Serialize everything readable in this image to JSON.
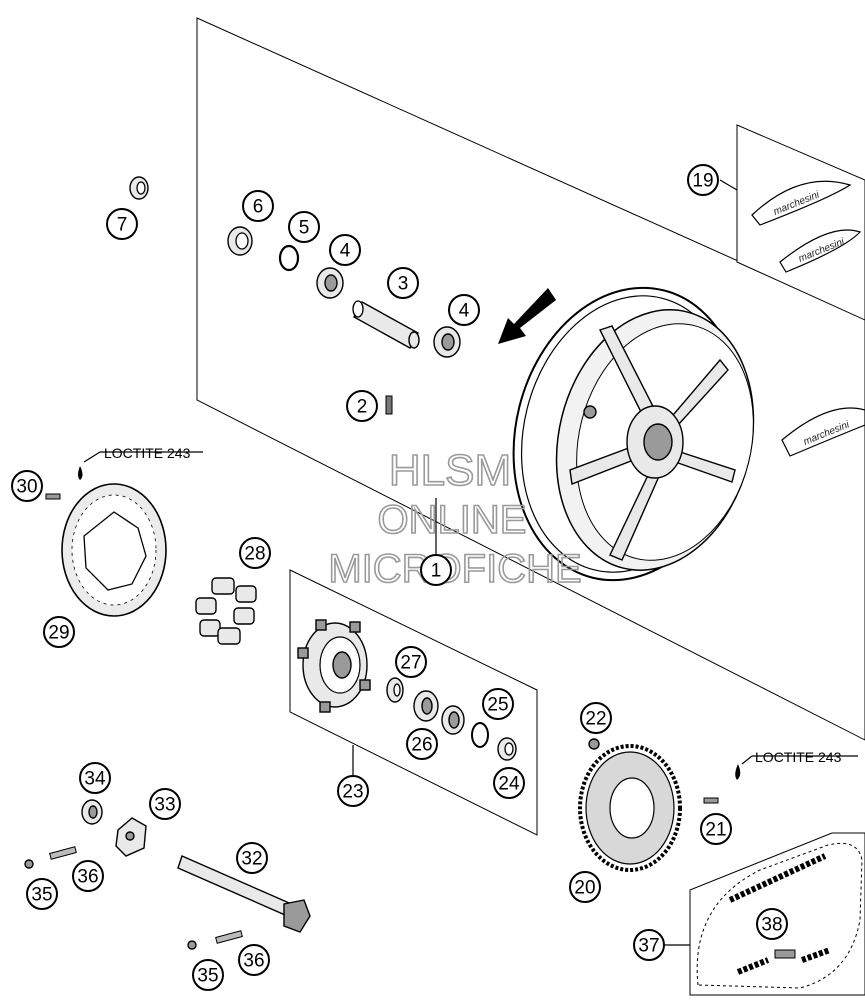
{
  "callouts": [
    {
      "id": "c1",
      "label": "1"
    },
    {
      "id": "c2",
      "label": "2"
    },
    {
      "id": "c3",
      "label": "3"
    },
    {
      "id": "c4a",
      "label": "4"
    },
    {
      "id": "c4b",
      "label": "4"
    },
    {
      "id": "c5",
      "label": "5"
    },
    {
      "id": "c6",
      "label": "6"
    },
    {
      "id": "c7",
      "label": "7"
    },
    {
      "id": "c19",
      "label": "19"
    },
    {
      "id": "c20",
      "label": "20"
    },
    {
      "id": "c21",
      "label": "21"
    },
    {
      "id": "c22",
      "label": "22"
    },
    {
      "id": "c23",
      "label": "23"
    },
    {
      "id": "c24",
      "label": "24"
    },
    {
      "id": "c25",
      "label": "25"
    },
    {
      "id": "c26",
      "label": "26"
    },
    {
      "id": "c27",
      "label": "27"
    },
    {
      "id": "c28",
      "label": "28"
    },
    {
      "id": "c29",
      "label": "29"
    },
    {
      "id": "c30",
      "label": "30"
    },
    {
      "id": "c32",
      "label": "32"
    },
    {
      "id": "c33",
      "label": "33"
    },
    {
      "id": "c34",
      "label": "34"
    },
    {
      "id": "c35a",
      "label": "35"
    },
    {
      "id": "c35b",
      "label": "35"
    },
    {
      "id": "c36a",
      "label": "36"
    },
    {
      "id": "c36b",
      "label": "36"
    },
    {
      "id": "c37",
      "label": "37"
    },
    {
      "id": "c38",
      "label": "38"
    }
  ],
  "notes": {
    "loctite_left": "LOCTITE 243",
    "loctite_right": "LOCTITE 243"
  },
  "decal_text": "marchesini",
  "watermark": {
    "line1": "HLSM",
    "line2": "ONLINE",
    "line3": "MICROFICHE"
  }
}
